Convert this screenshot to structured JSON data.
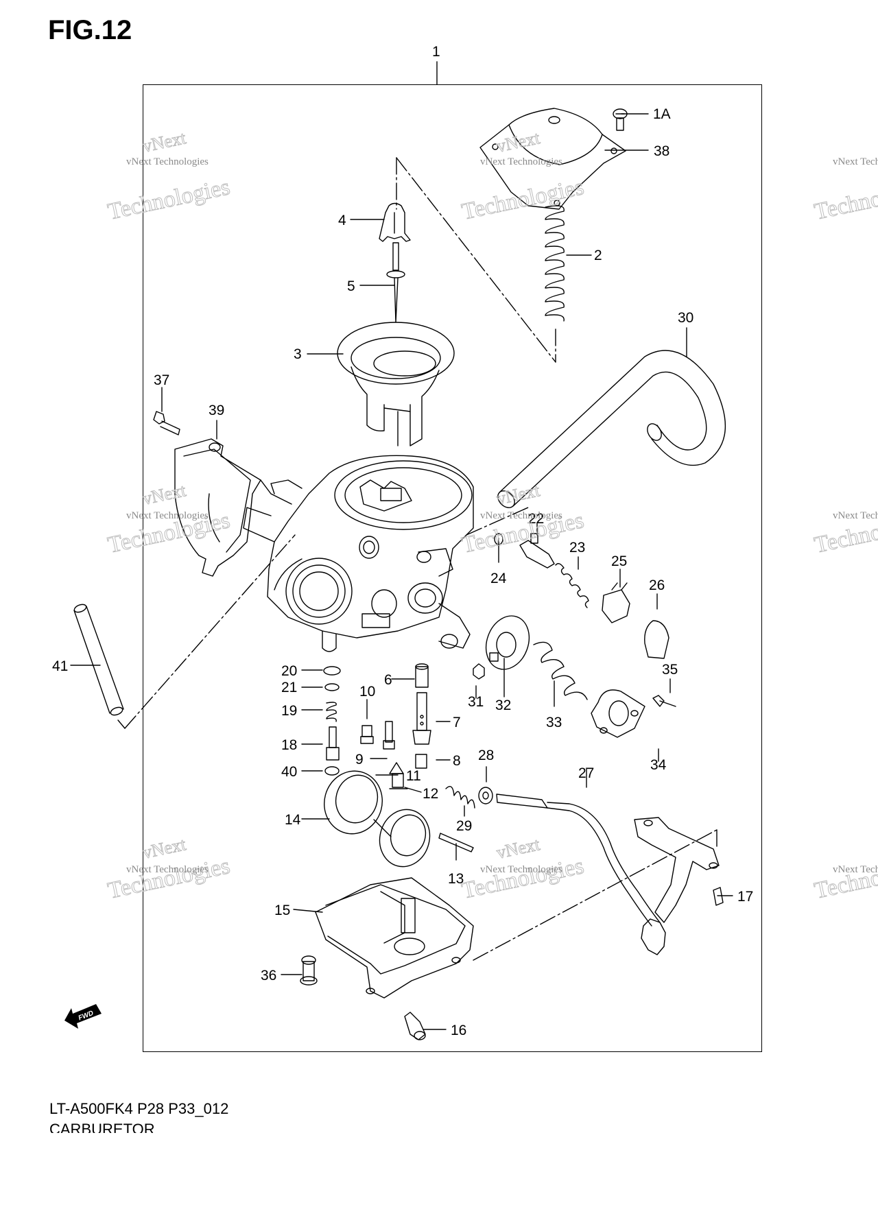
{
  "figure": {
    "title": "FIG.12",
    "code": "LT-A500FK4 P28 P33_012",
    "name": "CARBURETOR"
  },
  "watermark": {
    "big": "Technologies",
    "small": "vNext Technologies",
    "tiny": "vNext",
    "partial_right": "vNext Techn"
  },
  "fwd_label": "FWD",
  "callouts": [
    {
      "id": "c1",
      "label": "1"
    },
    {
      "id": "c1A",
      "label": "1A"
    },
    {
      "id": "c38",
      "label": "38"
    },
    {
      "id": "c4",
      "label": "4"
    },
    {
      "id": "c2",
      "label": "2"
    },
    {
      "id": "c5",
      "label": "5"
    },
    {
      "id": "c3",
      "label": "3"
    },
    {
      "id": "c30",
      "label": "30"
    },
    {
      "id": "c37",
      "label": "37"
    },
    {
      "id": "c39",
      "label": "39"
    },
    {
      "id": "c22",
      "label": "22"
    },
    {
      "id": "c23",
      "label": "23"
    },
    {
      "id": "c25",
      "label": "25"
    },
    {
      "id": "c24",
      "label": "24"
    },
    {
      "id": "c26",
      "label": "26"
    },
    {
      "id": "c41",
      "label": "41"
    },
    {
      "id": "c20",
      "label": "20"
    },
    {
      "id": "c6",
      "label": "6"
    },
    {
      "id": "c35",
      "label": "35"
    },
    {
      "id": "c21",
      "label": "21"
    },
    {
      "id": "c10",
      "label": "10"
    },
    {
      "id": "c19",
      "label": "19"
    },
    {
      "id": "c31",
      "label": "31"
    },
    {
      "id": "c32",
      "label": "32"
    },
    {
      "id": "c7",
      "label": "7"
    },
    {
      "id": "c33",
      "label": "33"
    },
    {
      "id": "c18",
      "label": "18"
    },
    {
      "id": "c9",
      "label": "9"
    },
    {
      "id": "c8",
      "label": "8"
    },
    {
      "id": "c28",
      "label": "28"
    },
    {
      "id": "c34",
      "label": "34"
    },
    {
      "id": "c40",
      "label": "40"
    },
    {
      "id": "c11",
      "label": "11"
    },
    {
      "id": "c27",
      "label": "27"
    },
    {
      "id": "c12",
      "label": "12"
    },
    {
      "id": "c14",
      "label": "14"
    },
    {
      "id": "c29",
      "label": "29"
    },
    {
      "id": "c13",
      "label": "13"
    },
    {
      "id": "c17",
      "label": "17"
    },
    {
      "id": "c15",
      "label": "15"
    },
    {
      "id": "c36",
      "label": "36"
    },
    {
      "id": "c16",
      "label": "16"
    }
  ]
}
